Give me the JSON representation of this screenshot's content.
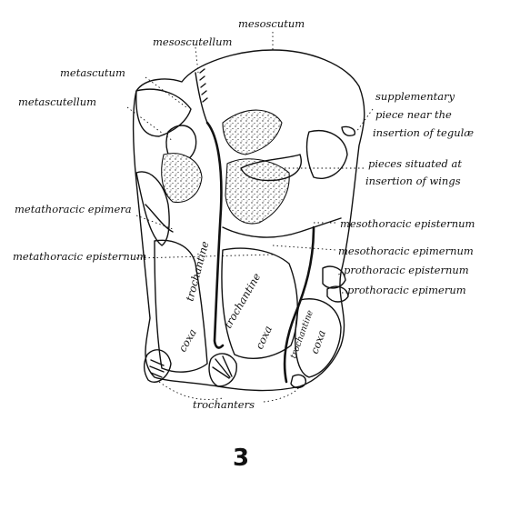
{
  "figure": {
    "number": "3",
    "labels": {
      "mesoscutum": "mesoscutum",
      "mesoscutellum": "mesoscutellum",
      "metascutum": "metascutum",
      "metascutellum": "metascutellum",
      "supplementary_1": "supplementary",
      "supplementary_2": "piece near the",
      "supplementary_3": "insertion of tegulæ",
      "pieces_wings_1": "pieces situated at",
      "pieces_wings_2": "insertion of wings",
      "metathoracic_epimera": "metathoracic epimera",
      "mesothoracic_episternum": "mesothoracic episternum",
      "metathoracic_episternum": "metathoracic episternum",
      "mesothoracic_epimernum": "mesothoracic epimernum",
      "prothoracic_episternum": "prothoracic episternum",
      "prothoracic_epimerum": "prothoracic epimerum",
      "trochantine_left": "trochantine",
      "trochantine_mid": "trochantine",
      "trochantine_right": "trochantine",
      "coxa_left": "coxa",
      "coxa_mid": "coxa",
      "coxa_right": "coxa",
      "trochanters": "trochanters"
    }
  }
}
